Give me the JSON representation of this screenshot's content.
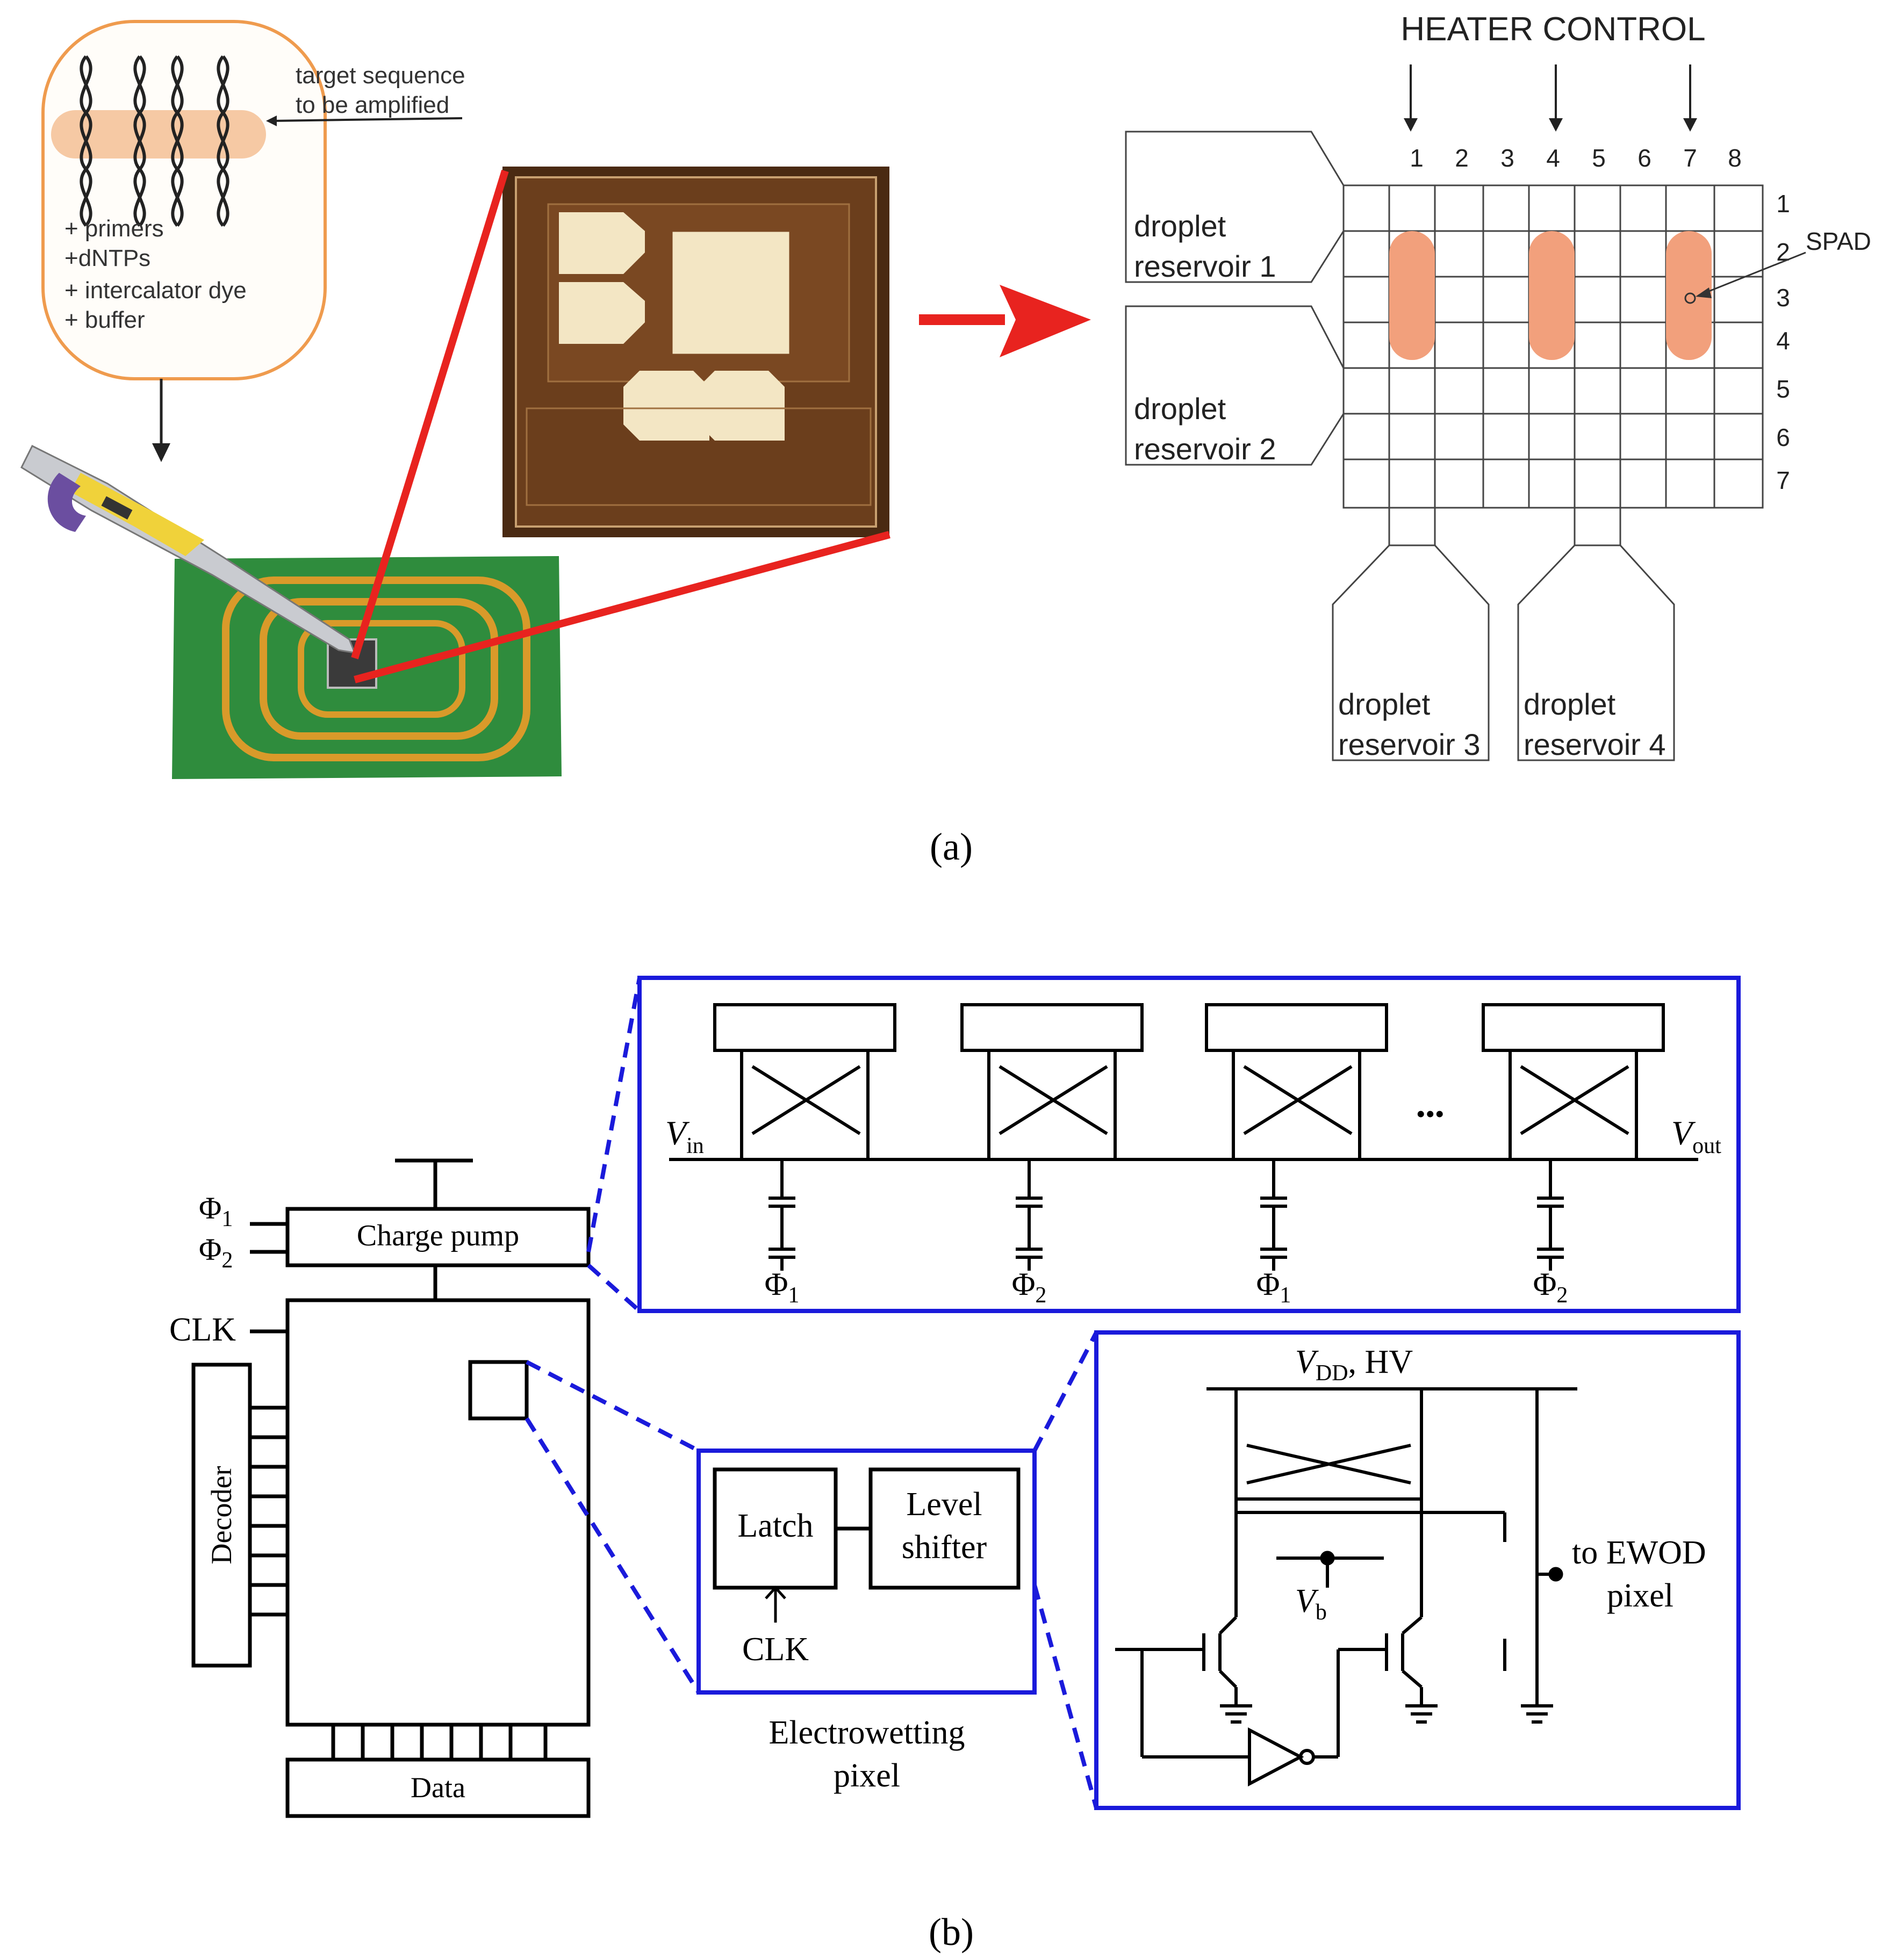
{
  "panel_a": {
    "caption": "(a)",
    "dna_box": {
      "target_label_1": "target sequence",
      "target_label_2": "to be amplified",
      "reagents": [
        "+ primers",
        "+dNTPs",
        "+ intercalator dye",
        "+ buffer"
      ]
    },
    "heater_control": "HEATER CONTROL",
    "column_numbers": [
      "1",
      "2",
      "3",
      "4",
      "5",
      "6",
      "7",
      "8"
    ],
    "row_numbers": [
      "1",
      "2",
      "3",
      "4",
      "5",
      "6",
      "7"
    ],
    "spad_label": "SPAD",
    "reservoirs": [
      {
        "line1": "droplet",
        "line2": "reservoir 1"
      },
      {
        "line1": "droplet",
        "line2": "reservoir 2"
      },
      {
        "line1": "droplet",
        "line2": "reservoir 3"
      },
      {
        "line1": "droplet",
        "line2": "reservoir 4"
      }
    ],
    "colors": {
      "arrow": "#e8231f",
      "droplet": "#f2a07c",
      "pcb": "#2e8a3c",
      "die": "#5a3418",
      "pad": "#f3e6c4"
    }
  },
  "panel_b": {
    "caption": "(b)",
    "phi1": "Φ",
    "phi_sub1": "1",
    "phi_sub2": "2",
    "charge_pump": "Charge pump",
    "clk": "CLK",
    "decoder": "Decoder",
    "data": "Data",
    "latch": "Latch",
    "level_shifter_1": "Level",
    "level_shifter_2": "shifter",
    "pixel_clk": "CLK",
    "electrowetting_1": "Electrowetting",
    "electrowetting_2": "pixel",
    "vin": "V",
    "vin_sub": "in",
    "vout": "V",
    "vout_sub": "out",
    "ellipsis": "•••",
    "stage_phases": [
      "1",
      "2",
      "1",
      "2"
    ],
    "vdd": "V",
    "vdd_sub": "DD",
    "vdd_suffix": ", HV",
    "vb": "V",
    "vb_sub": "b",
    "to_ewod_1": "to EWOD",
    "to_ewod_2": "pixel",
    "colors": {
      "frame": "#1a1adb",
      "line": "#000000"
    }
  }
}
